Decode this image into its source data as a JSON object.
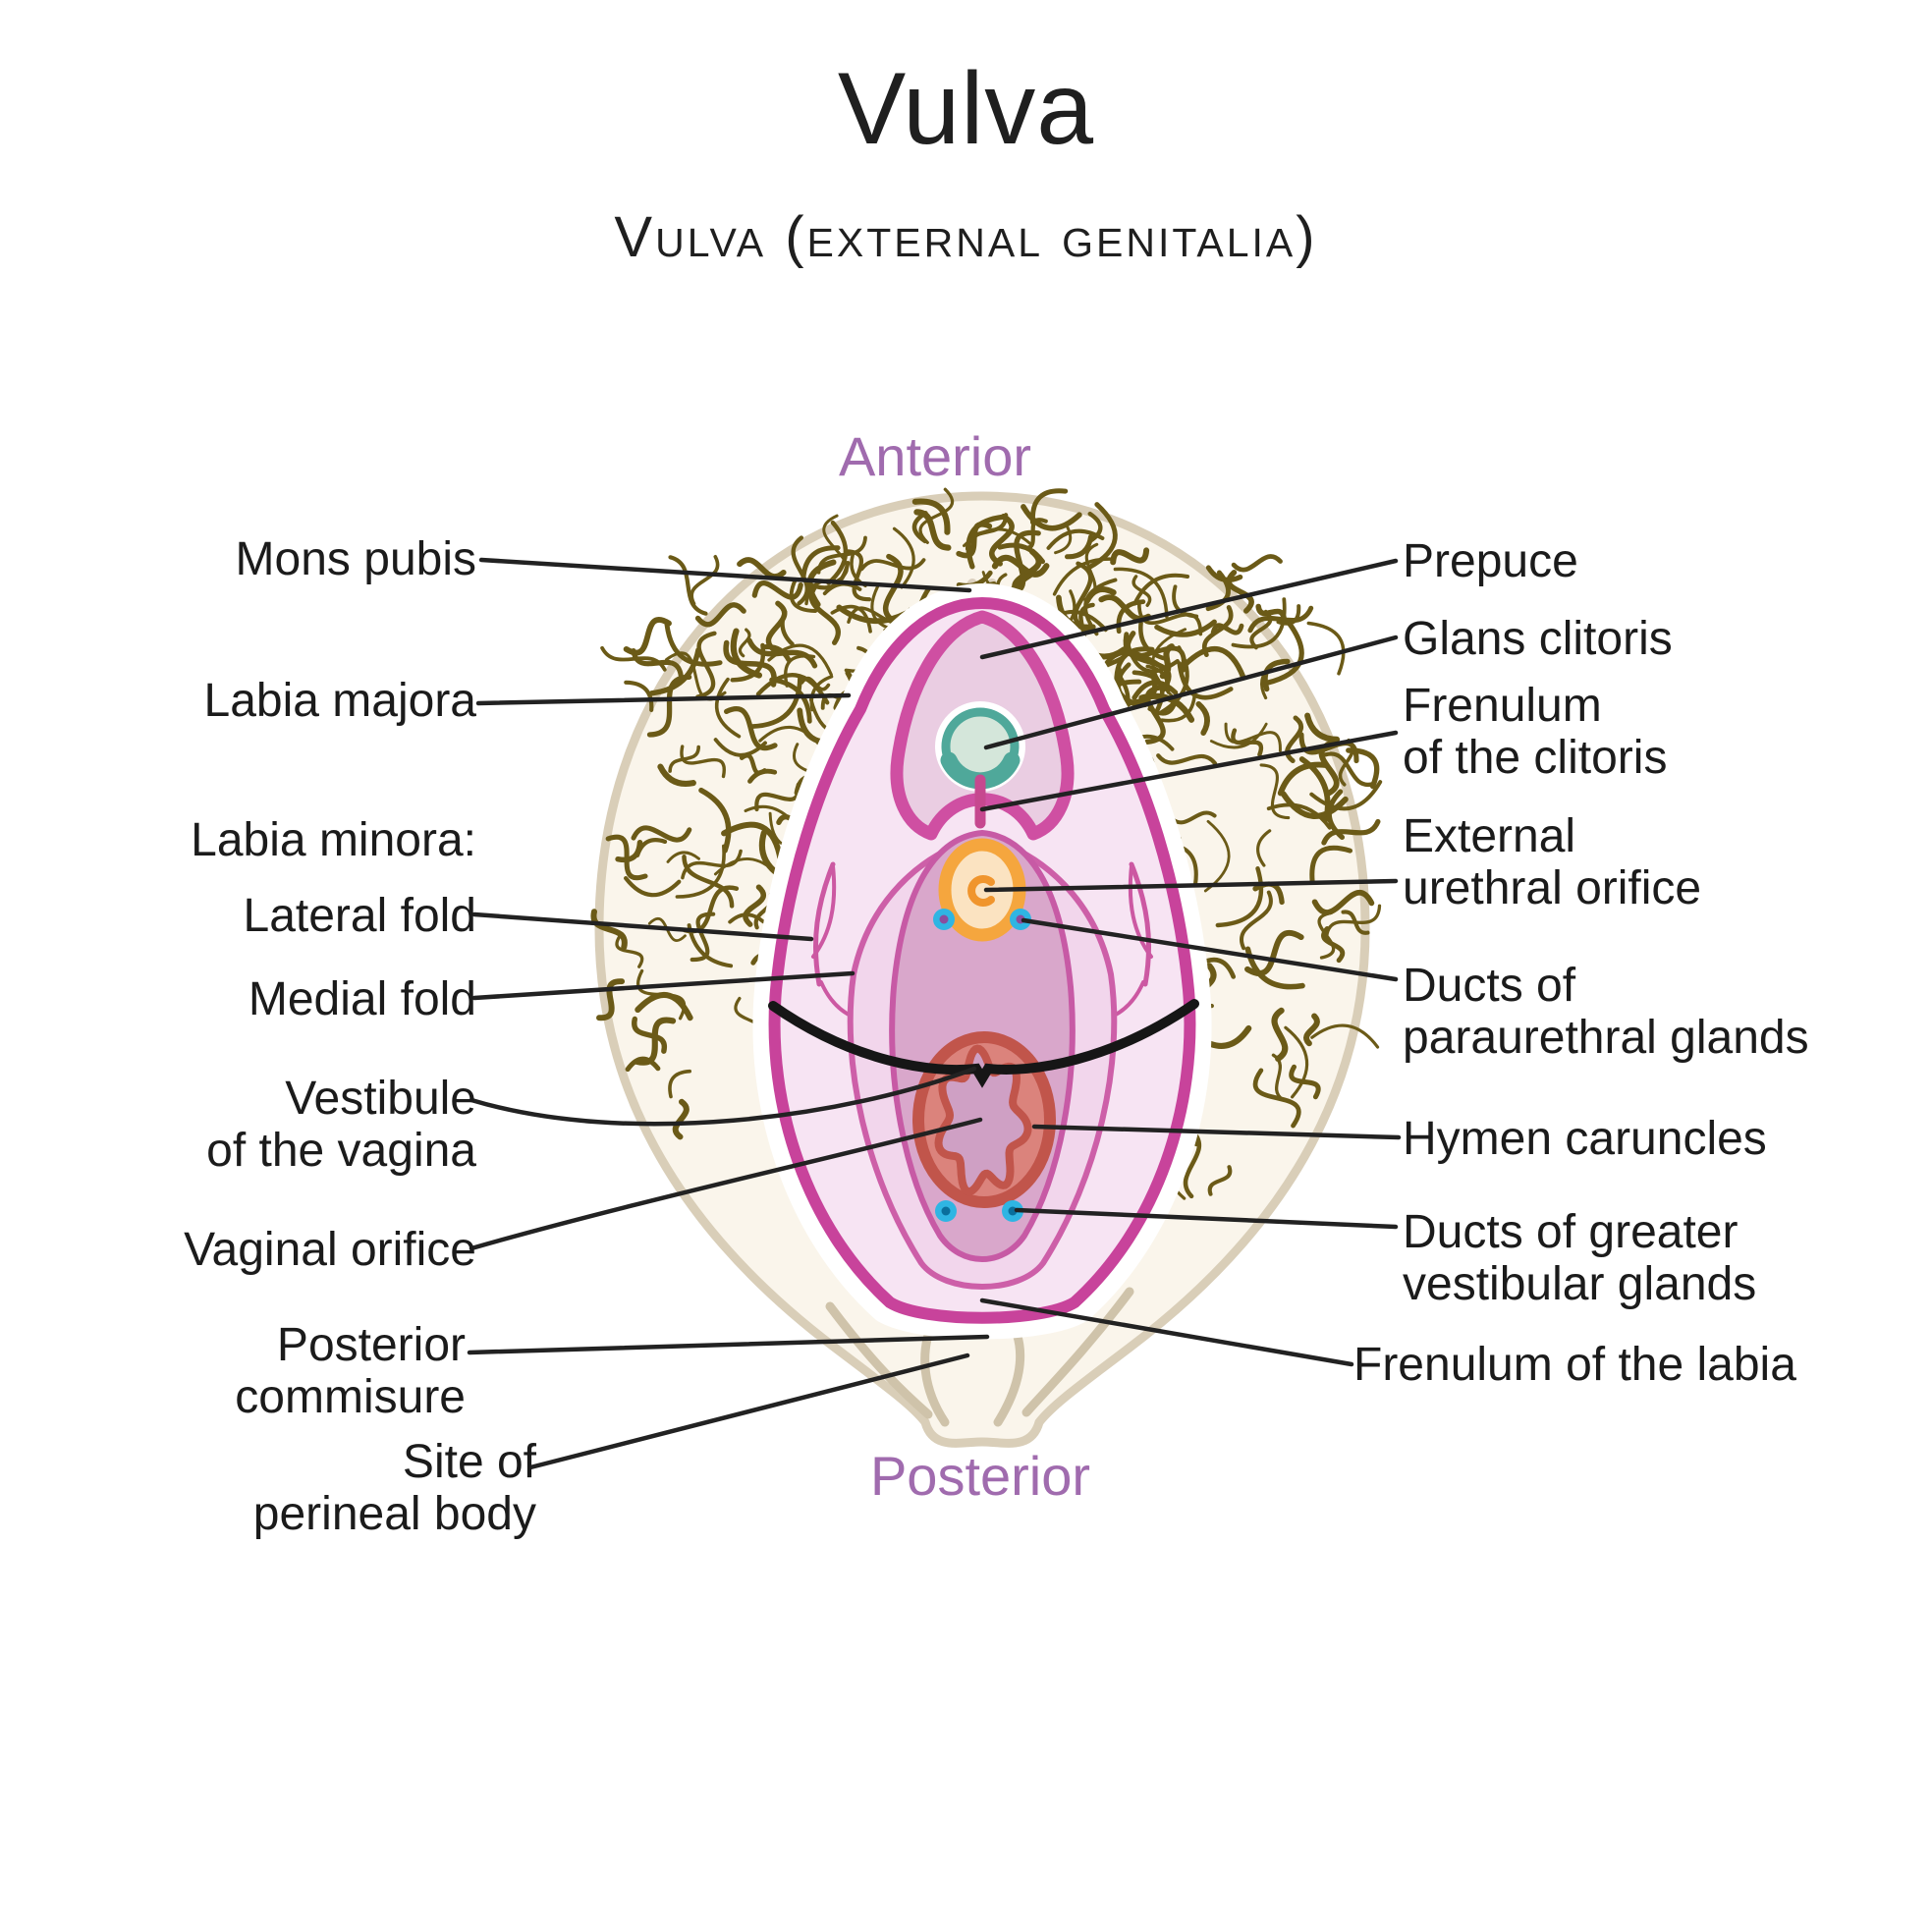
{
  "title": "Vulva",
  "subtitle": "Vulva (external genitalia)",
  "orientation": {
    "anterior": "Anterior",
    "posterior": "Posterior"
  },
  "labels": {
    "left": [
      {
        "name": "mons-pubis",
        "text": "Mons pubis"
      },
      {
        "name": "labia-majora",
        "text": "Labia majora"
      },
      {
        "name": "labia-minora",
        "text": "Labia minora:"
      },
      {
        "name": "lateral-fold",
        "text": "Lateral fold"
      },
      {
        "name": "medial-fold",
        "text": "Medial fold"
      },
      {
        "name": "vestibule-of-the-vagina",
        "text": "Vestibule\nof the vagina"
      },
      {
        "name": "vaginal-orifice",
        "text": "Vaginal orifice"
      },
      {
        "name": "posterior-commisure",
        "text": "Posterior\ncommisure"
      },
      {
        "name": "site-of-perineal-body",
        "text": "Site of\nperineal body"
      }
    ],
    "right": [
      {
        "name": "prepuce",
        "text": "Prepuce"
      },
      {
        "name": "glans-clitoris",
        "text": "Glans clitoris"
      },
      {
        "name": "frenulum-of-the-clitoris",
        "text": "Frenulum\nof the clitoris"
      },
      {
        "name": "external-urethral-orifice",
        "text": "External\nurethral orifice"
      },
      {
        "name": "ducts-of-paraurethral-glands",
        "text": "Ducts of\nparaurethral glands"
      },
      {
        "name": "hymen-caruncles",
        "text": "Hymen caruncles"
      },
      {
        "name": "ducts-of-greater-vestibular-glands",
        "text": "Ducts of greater\nvestibular glands"
      },
      {
        "name": "frenulum-of-the-labia",
        "text": "Frenulum of the labia"
      }
    ]
  },
  "colors": {
    "label_ink": "#1b1b1b",
    "orientation_purple": "#a06bae",
    "skin_cream": "#faf5eb",
    "skin_edge_tan": "#d9ceb8",
    "pubic_hair_olive": "#6b5a17",
    "accent_magenta": "#c8439b",
    "labia_pink_light": "#f7e4f3",
    "labia_pink_mid": "#f2d6ec",
    "vestibule_mauve": "#d9a7cb",
    "prepuce_fill": "#eacde2",
    "glans_teal": "#4fa89a",
    "glans_fill": "#d4e6da",
    "urethra_orange": "#f5a63e",
    "urethra_fill": "#fbe3c1",
    "duct_blue": "#2fb5e3",
    "hymen_rust": "#c1554b",
    "hymen_fill": "#db837c",
    "vaginal_orifice_mauve": "#cfa0c4",
    "leader_line": "#222222"
  }
}
